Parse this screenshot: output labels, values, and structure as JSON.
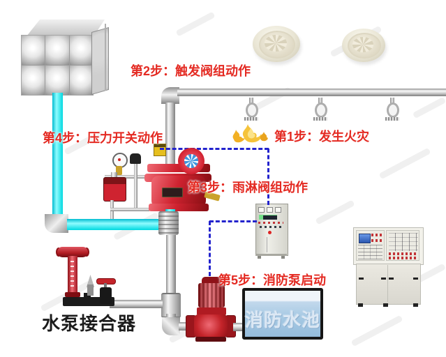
{
  "diagram": {
    "steps": [
      {
        "id": "step-1",
        "label": "第1步：发生火灾"
      },
      {
        "id": "step-2",
        "label": "第2步：触发阀组动作"
      },
      {
        "id": "step-3",
        "label": "第3步：雨淋阀组动作"
      },
      {
        "id": "step-4",
        "label": "第4步：压力开关动作"
      },
      {
        "id": "step-5",
        "label": "第5步：消防泵启动"
      }
    ],
    "equipment_labels": {
      "pump_adapter": "水泵接合器",
      "fire_pool": "消防水池"
    },
    "icons": {
      "fire": "flame-icon",
      "smoke_detector": "smoke-detector-icon",
      "sprinkler": "sprinkler-icon",
      "alarm_gong": "alarm-gong-icon",
      "pressure_switch": "pressure-switch-icon",
      "pressure_gauge": "pressure-gauge-icon"
    },
    "colors": {
      "step_text": "#e42a22",
      "signal_line": "#2323cd",
      "water_pipe_cyan": "#00d8e0",
      "pipe_silver": "#c9c9c9",
      "valve_red": "#cf2330",
      "pump_red": "#c4242a",
      "pool_fill": "#a6c9e3",
      "pool_border": "#161616",
      "cabinet_beige": "#e0e0d8"
    }
  }
}
